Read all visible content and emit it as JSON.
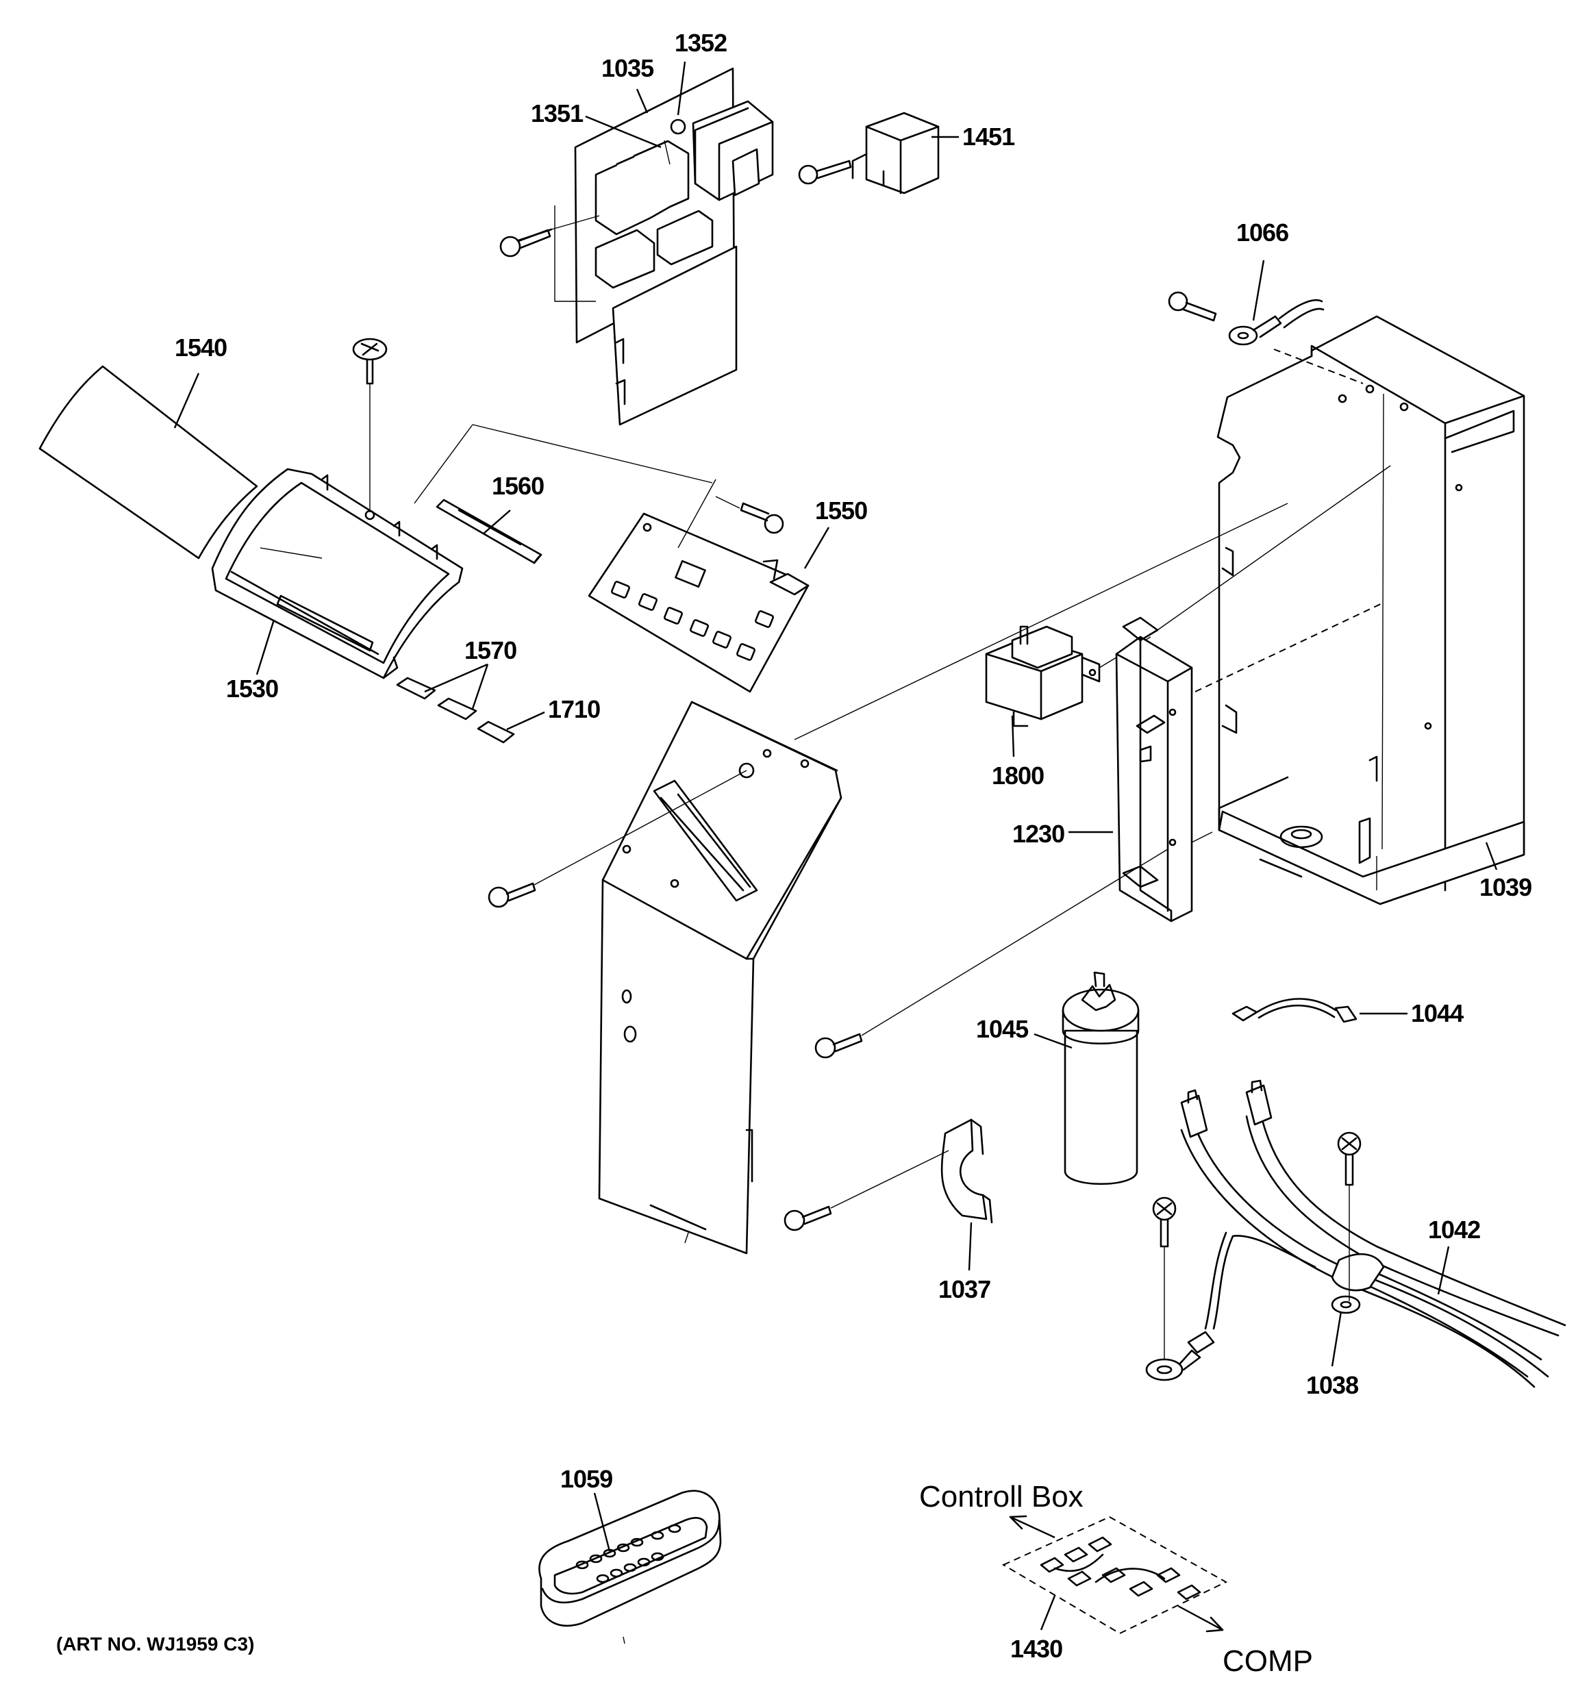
{
  "diagram": {
    "parts": [
      {
        "id": "1035",
        "label": "1035"
      },
      {
        "id": "1352",
        "label": "1352"
      },
      {
        "id": "1351",
        "label": "1351"
      },
      {
        "id": "1451",
        "label": "1451"
      },
      {
        "id": "1066",
        "label": "1066"
      },
      {
        "id": "1540",
        "label": "1540"
      },
      {
        "id": "1560",
        "label": "1560"
      },
      {
        "id": "1550",
        "label": "1550"
      },
      {
        "id": "1530",
        "label": "1530"
      },
      {
        "id": "1570",
        "label": "1570"
      },
      {
        "id": "1710",
        "label": "1710"
      },
      {
        "id": "1800",
        "label": "1800"
      },
      {
        "id": "1230",
        "label": "1230"
      },
      {
        "id": "1039",
        "label": "1039"
      },
      {
        "id": "1045",
        "label": "1045"
      },
      {
        "id": "1044",
        "label": "1044"
      },
      {
        "id": "1042",
        "label": "1042"
      },
      {
        "id": "1037",
        "label": "1037"
      },
      {
        "id": "1038",
        "label": "1038"
      },
      {
        "id": "1059",
        "label": "1059"
      },
      {
        "id": "1430",
        "label": "1430"
      }
    ],
    "callouts": {
      "control_box": "Controll Box",
      "comp": "COMP"
    },
    "art_number": "(ART NO. WJ1959 C3)"
  }
}
